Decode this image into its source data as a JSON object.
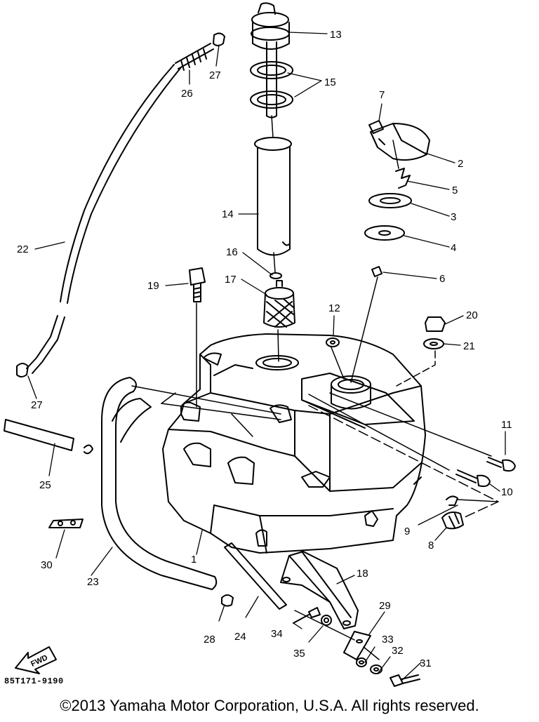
{
  "diagram": {
    "code": "85T171-9190",
    "fwd_label": "FWD",
    "callouts": [
      "1",
      "2",
      "3",
      "4",
      "5",
      "6",
      "7",
      "8",
      "9",
      "10",
      "11",
      "12",
      "13",
      "14",
      "15",
      "16",
      "17",
      "18",
      "19",
      "20",
      "21",
      "22",
      "23",
      "24",
      "25",
      "26",
      "27",
      "27",
      "28",
      "29",
      "30",
      "31",
      "32",
      "33",
      "34",
      "35"
    ]
  },
  "footer": {
    "copyright": "©2013 Yamaha Motor Corporation, U.S.A. All rights reserved."
  },
  "colors": {
    "ink": "#000000",
    "paper": "#ffffff"
  }
}
